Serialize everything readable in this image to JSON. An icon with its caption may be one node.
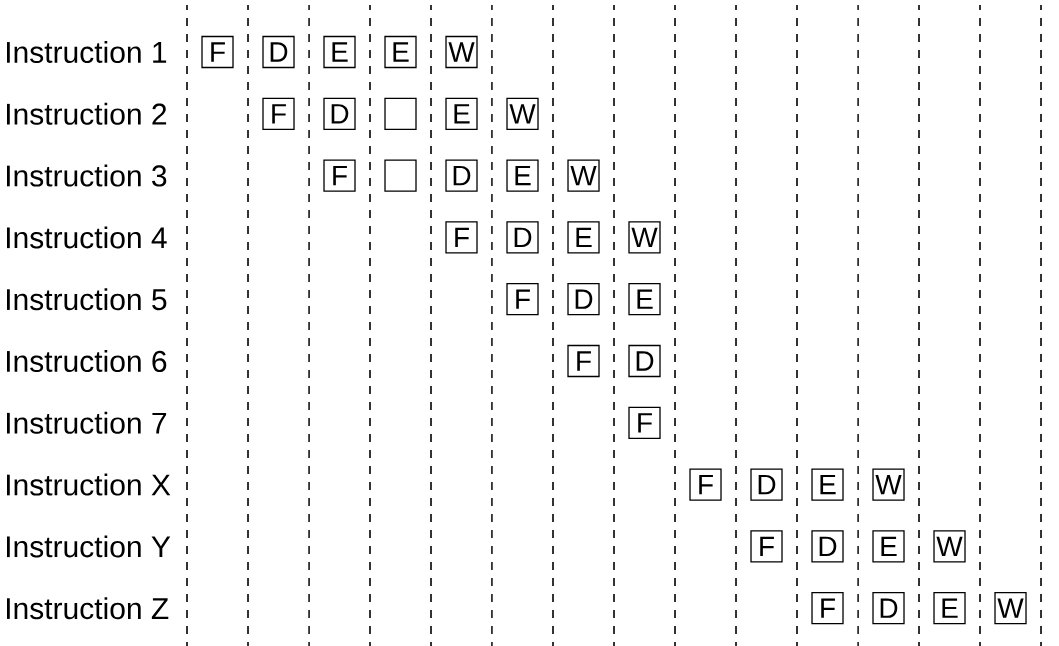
{
  "diagram": {
    "nodes": [
      {
        "text": [
          "F"
        ]
      },
      {
        "text": [
          "D"
        ]
      },
      {
        "text": [
          "E"
        ]
      },
      {
        "text": [
          "E"
        ]
      },
      {
        "text": [
          "W"
        ]
      },
      {
        "text": [
          "F"
        ]
      },
      {
        "text": [
          "D"
        ]
      },
      {
        "text": [],
        "shape": "box"
      },
      {
        "text": [
          "E"
        ]
      },
      {
        "text": [
          "W"
        ]
      },
      {
        "text": [
          "F"
        ]
      },
      {
        "text": [],
        "shape": "box"
      },
      {
        "text": [
          "D"
        ]
      },
      {
        "text": [
          "E"
        ]
      },
      {
        "text": [
          "W"
        ]
      },
      {
        "text": [
          "F"
        ]
      },
      {
        "text": [
          "D"
        ]
      },
      {
        "text": [
          "E"
        ]
      },
      {
        "text": [
          "W"
        ]
      },
      {
        "text": [
          "F"
        ]
      },
      {
        "text": [
          "D"
        ]
      },
      {
        "text": [
          "E"
        ]
      },
      {
        "text": [
          "F"
        ]
      },
      {
        "text": [
          "D"
        ]
      },
      {
        "text": [
          "F"
        ]
      },
      {
        "text": [
          "F"
        ]
      },
      {
        "text": [
          "D"
        ]
      },
      {
        "text": [
          "E"
        ]
      },
      {
        "text": [
          "W"
        ]
      },
      {
        "text": [
          "F"
        ]
      },
      {
        "text": [
          "D"
        ]
      },
      {
        "text": [
          "E"
        ]
      },
      {
        "text": [
          "W"
        ]
      },
      {
        "text": [
          "F"
        ]
      },
      {
        "text": [
          "D"
        ]
      },
      {
        "text": [
          "E"
        ]
      },
      {
        "text": [
          "W"
        ]
      }
    ],
    "labels": [
      "Instruction 1",
      "Instruction 2",
      "Instruction 3",
      "Instruction 4",
      "Instruction 5",
      "Instruction 6",
      "Instruction 7",
      "Instruction X",
      "Instruction Y",
      "Instruction Z"
    ]
  }
}
